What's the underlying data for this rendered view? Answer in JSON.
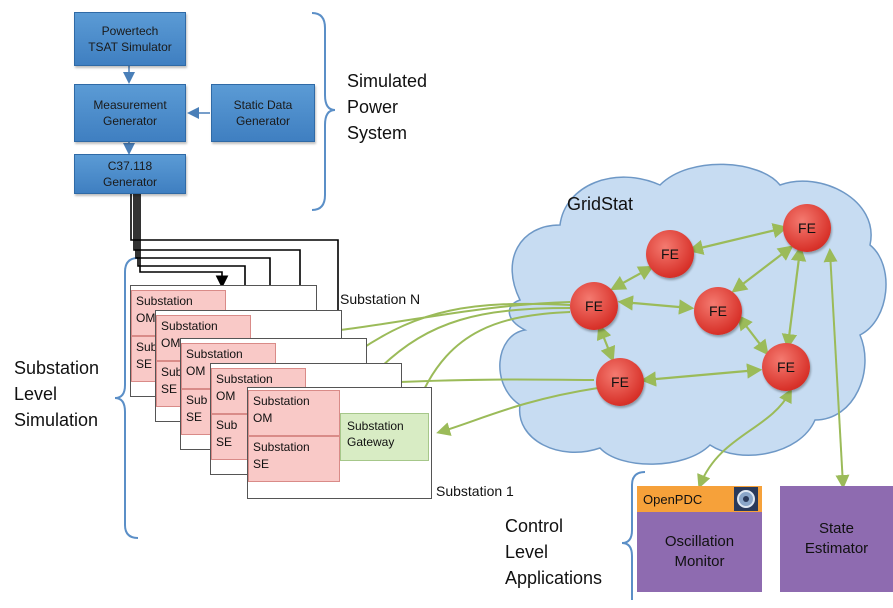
{
  "top_pipeline": {
    "tsat": "Powertech\nTSAT Simulator",
    "measurement": "Measurement\nGenerator",
    "static": "Static Data\nGenerator",
    "c37": "C37.118\nGenerator"
  },
  "section_labels": {
    "simulated": "Simulated\nPower\nSystem",
    "substation_level": "Substation\nLevel\nSimulation",
    "control_level": "Control\nLevel\nApplications"
  },
  "substations": {
    "om": "Substation\nOM",
    "se": "Substation\nSE",
    "om_short": "Substation\nOM",
    "se_short": "Sub\nSE",
    "gateway": "Substation\nGateway",
    "label_n": "Substation N",
    "label_1": "Substation 1"
  },
  "gridstat": {
    "title": "GridStat",
    "node_label": "FE"
  },
  "apps": {
    "openpdc": "OpenPDC",
    "oscillation": "Oscillation\nMonitor",
    "state_estimator": "State\nEstimator"
  },
  "colors": {
    "blue_box": "#4f8fd0",
    "pink": "#f9c9c7",
    "green": "#d8ecc4",
    "fe": "#e0392f",
    "purple": "#8e6bb0",
    "orange": "#f6a13a",
    "cloud": "#c7dcf2",
    "bracket": "#5b8fc7",
    "connector": "#9bbb59"
  }
}
